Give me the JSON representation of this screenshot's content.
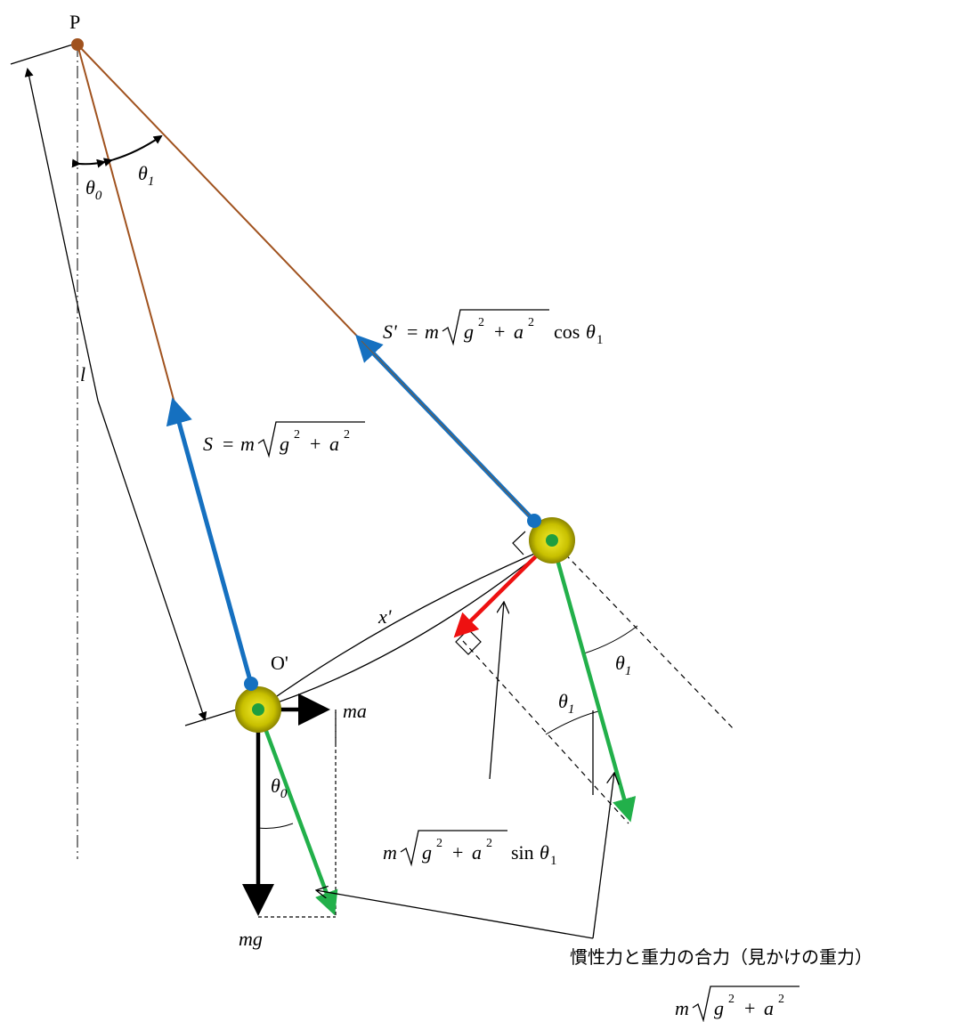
{
  "points": {
    "pivot": "P",
    "origin": "O'"
  },
  "labels": {
    "length": "l",
    "arc": "x'",
    "theta": "θ",
    "sub0": "0",
    "sub1": "1",
    "m": "m",
    "g": "g",
    "a": "a",
    "two": "2",
    "plus": "+",
    "S": "S",
    "Sprime": "S'",
    "eq": "=",
    "cos": "cos",
    "sin": "sin",
    "ma": "ma",
    "mg": "mg"
  },
  "caption": "慣性力と重力の合力（見かけの重力）",
  "colors": {
    "string": "#a0521e",
    "tension": "#1570c0",
    "gravity_apparent": "#22b04a",
    "restoring": "#ee1111",
    "bob_outer": "#c8c000",
    "bob_inner": "#1f9e3f"
  }
}
